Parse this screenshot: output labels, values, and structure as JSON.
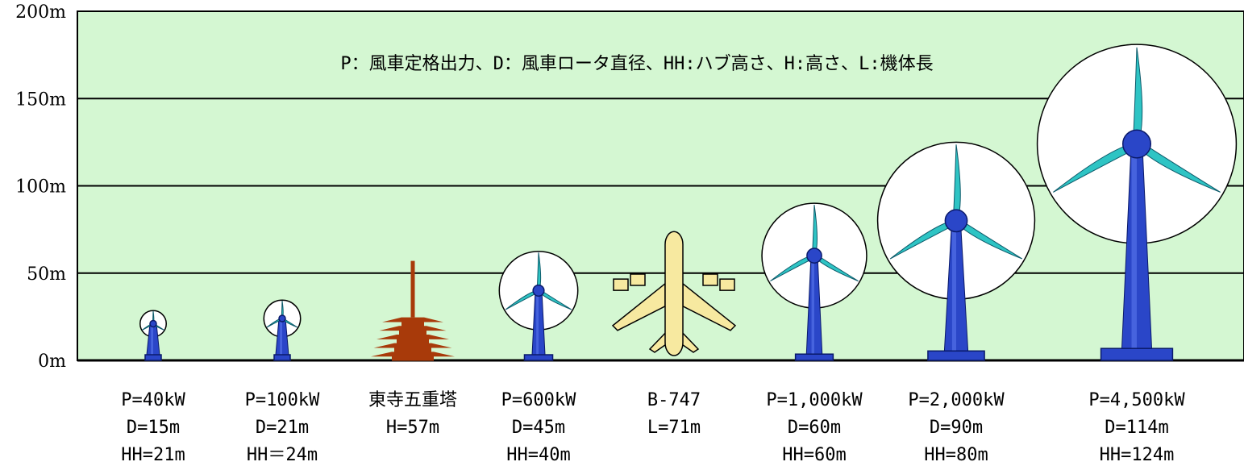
{
  "colors": {
    "background": "#d4f7d2",
    "gridline": "#000000",
    "tower": "#2a46c8",
    "tower_highlight": "#5c7cf0",
    "blade": "#2ec4c4",
    "rotor_disc": "#ffffff",
    "pagoda": "#a83a0a",
    "airplane": "#f7e9a0"
  },
  "chart_data": {
    "type": "bar",
    "ylim": [
      0,
      200
    ],
    "ylabel": "",
    "yticks": [
      {
        "value": 0,
        "label": "0m"
      },
      {
        "value": 50,
        "label": "50m"
      },
      {
        "value": 100,
        "label": "100m"
      },
      {
        "value": 150,
        "label": "150m"
      },
      {
        "value": 200,
        "label": "200m"
      }
    ],
    "grid": true,
    "annotation": "P：風車定格出力、D：風車ロータ直径、HH:ハブ高さ、H:高さ、L:機体長",
    "items": [
      {
        "kind": "turbine",
        "P_kW": 40,
        "D_m": 15,
        "HH_m": 21,
        "labels": [
          "P=40kW",
          "D=15m",
          "HH=21m"
        ]
      },
      {
        "kind": "turbine",
        "P_kW": 100,
        "D_m": 21,
        "HH_m": 24,
        "labels": [
          "P=100kW",
          "D=21m",
          "HH＝24m"
        ]
      },
      {
        "kind": "pagoda",
        "name": "東寺五重塔",
        "H_m": 57,
        "labels": [
          "東寺五重塔",
          "H=57m"
        ]
      },
      {
        "kind": "turbine",
        "P_kW": 600,
        "D_m": 45,
        "HH_m": 40,
        "labels": [
          "P=600kW",
          "D=45m",
          "HH=40m"
        ]
      },
      {
        "kind": "airplane",
        "name": "B-747",
        "L_m": 71,
        "labels": [
          "B-747",
          "L=71m"
        ]
      },
      {
        "kind": "turbine",
        "P_kW": 1000,
        "D_m": 60,
        "HH_m": 60,
        "labels": [
          "P=1,000kW",
          "D=60m",
          "HH=60m"
        ]
      },
      {
        "kind": "turbine",
        "P_kW": 2000,
        "D_m": 90,
        "HH_m": 80,
        "labels": [
          "P=2,000kW",
          "D=90m",
          "HH=80m"
        ]
      },
      {
        "kind": "turbine",
        "P_kW": 4500,
        "D_m": 114,
        "HH_m": 124,
        "labels": [
          "P=4,500kW",
          "D=114m",
          "HH=124m"
        ]
      }
    ]
  }
}
